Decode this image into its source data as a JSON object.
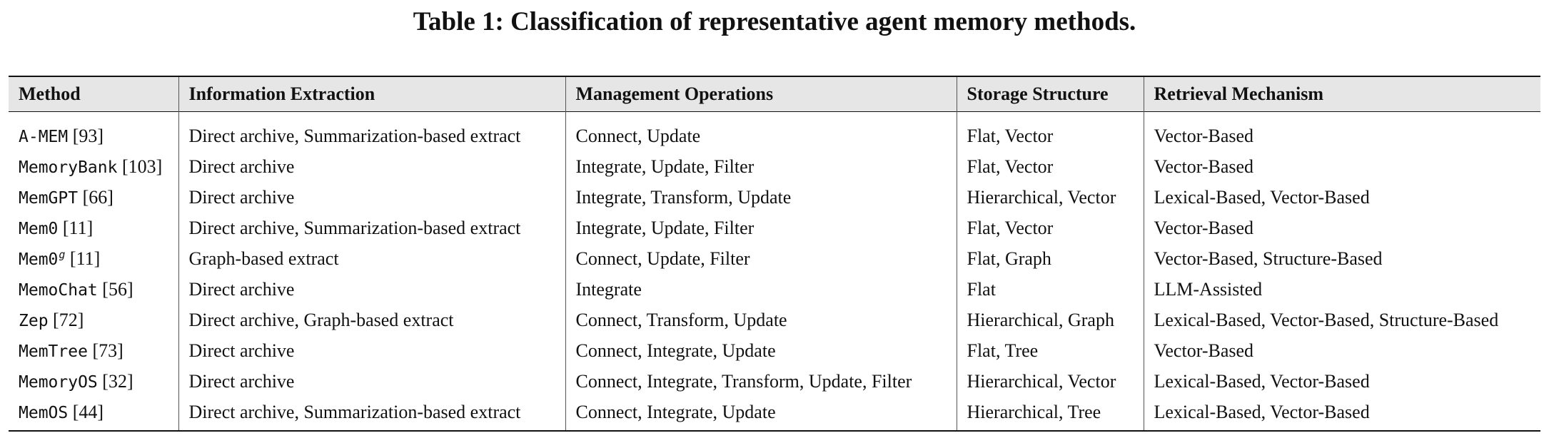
{
  "caption": "Table 1: Classification of representative agent memory methods.",
  "headers": [
    "Method",
    "Information Extraction",
    "Management Operations",
    "Storage Structure",
    "Retrieval Mechanism"
  ],
  "rows": [
    {
      "name": "A-MEM",
      "ref": "[93]",
      "sup": "",
      "extraction": "Direct archive, Summarization-based extract",
      "operations": "Connect, Update",
      "storage": "Flat, Vector",
      "retrieval": "Vector-Based"
    },
    {
      "name": "MemoryBank",
      "ref": "[103]",
      "sup": "",
      "extraction": "Direct archive",
      "operations": "Integrate, Update, Filter",
      "storage": "Flat, Vector",
      "retrieval": "Vector-Based"
    },
    {
      "name": "MemGPT",
      "ref": "[66]",
      "sup": "",
      "extraction": "Direct archive",
      "operations": "Integrate, Transform, Update",
      "storage": "Hierarchical, Vector",
      "retrieval": "Lexical-Based, Vector-Based"
    },
    {
      "name": "Mem0",
      "ref": "[11]",
      "sup": "",
      "extraction": "Direct archive, Summarization-based extract",
      "operations": "Integrate, Update, Filter",
      "storage": "Flat, Vector",
      "retrieval": "Vector-Based"
    },
    {
      "name": "Mem0",
      "ref": "[11]",
      "sup": "g",
      "extraction": "Graph-based extract",
      "operations": "Connect, Update, Filter",
      "storage": "Flat, Graph",
      "retrieval": "Vector-Based, Structure-Based"
    },
    {
      "name": "MemoChat",
      "ref": "[56]",
      "sup": "",
      "extraction": "Direct archive",
      "operations": "Integrate",
      "storage": "Flat",
      "retrieval": "LLM-Assisted"
    },
    {
      "name": "Zep",
      "ref": "[72]",
      "sup": "",
      "extraction": "Direct archive, Graph-based extract",
      "operations": "Connect, Transform, Update",
      "storage": "Hierarchical, Graph",
      "retrieval": "Lexical-Based, Vector-Based, Structure-Based"
    },
    {
      "name": "MemTree",
      "ref": "[73]",
      "sup": "",
      "extraction": "Direct archive",
      "operations": "Connect, Integrate, Update",
      "storage": "Flat, Tree",
      "retrieval": "Vector-Based"
    },
    {
      "name": "MemoryOS",
      "ref": "[32]",
      "sup": "",
      "extraction": "Direct archive",
      "operations": "Connect, Integrate, Transform, Update, Filter",
      "storage": "Hierarchical, Vector",
      "retrieval": "Lexical-Based, Vector-Based"
    },
    {
      "name": "MemOS",
      "ref": "[44]",
      "sup": "",
      "extraction": "Direct archive, Summarization-based extract",
      "operations": "Connect, Integrate, Update",
      "storage": "Hierarchical, Tree",
      "retrieval": "Lexical-Based, Vector-Based"
    }
  ]
}
